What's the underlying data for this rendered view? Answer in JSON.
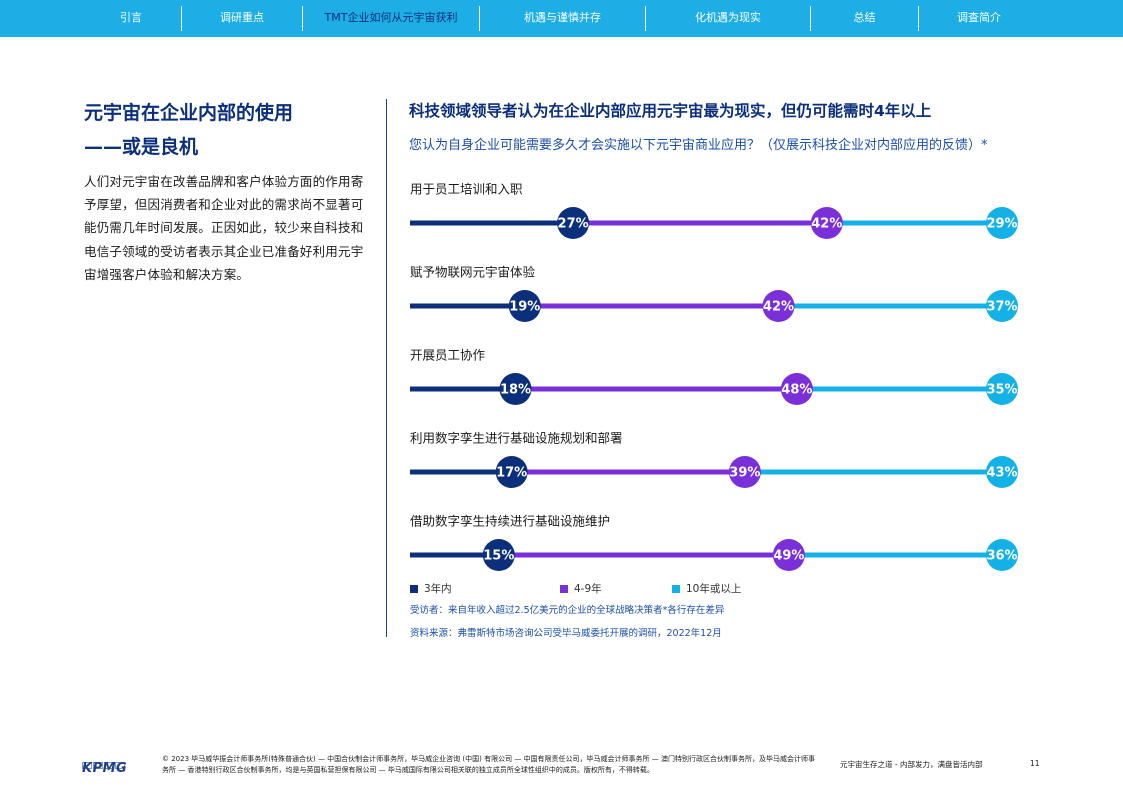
{
  "nav": {
    "items": [
      "引言",
      "调研重点",
      "TMT企业如何从元宇宙获利",
      "机遇与谨慎并存",
      "化机遇为现实",
      "总结",
      "调查简介"
    ],
    "active_index": 2
  },
  "left": {
    "title_line1": "元宇宙在企业内部的使用",
    "title_line2": "——或是良机",
    "body": "人们对元宇宙在改善品牌和客户体验方面的作用寄予厚望，但因消费者和企业对此的需求尚不显著可能仍需几年时间发展。正因如此，较少来自科技和电信子领域的受访者表示其企业已准备好利用元宇宙增强客户体验和解决方案。"
  },
  "chart_data": {
    "type": "bar",
    "title": "科技领域领导者认为在企业内部应用元宇宙最为现实，但仍可能需时4年以上",
    "subtitle": "您认为自身企业可能需要多久才会实施以下元宇宙商业应用？（仅展示科技企业对内部应用的反馈）*",
    "categories": [
      "用于员工培训和入职",
      "赋予物联网元宇宙体验",
      "开展员工协作",
      "利用数字孪生进行基础设施规划和部署",
      "借助数字孪生持续进行基础设施维护"
    ],
    "series": [
      {
        "name": "3年内",
        "color": "#0b2f7a",
        "values": [
          27,
          19,
          18,
          17,
          15
        ]
      },
      {
        "name": "4-9年",
        "color": "#7b2fd9",
        "values": [
          42,
          42,
          48,
          39,
          49
        ]
      },
      {
        "name": "10年或以上",
        "color": "#14b1e7",
        "values": [
          29,
          37,
          35,
          43,
          36
        ]
      }
    ],
    "value_suffix": "%",
    "legend_position": "bottom-left",
    "grid": false
  },
  "notes": {
    "respondents": "受访者：来自年收入超过2.5亿美元的企业的全球战略决策者*各行存在差异",
    "source": "资料来源：弗雷斯特市场咨询公司受毕马威委托开展的调研，2022年12月"
  },
  "footer": {
    "logo_text": "KPMG",
    "legal": "© 2023 毕马威华振会计师事务所(特殊普通合伙) — 中国合伙制会计师事务所，毕马威企业咨询 (中国) 有限公司 — 中国有限责任公司，毕马威会计师事务所 — 澳门特别行政区合伙制事务所，及毕马威会计师事务所 — 香港特别行政区合伙制事务所，均是与英国私营担保有限公司 — 毕马威国际有限公司相关联的独立成员所全球性组织中的成员。版权所有，不得转载。",
    "doc_title": "元宇宙生存之道 - 内部发力，满盘皆活内部",
    "page_number": "11"
  }
}
